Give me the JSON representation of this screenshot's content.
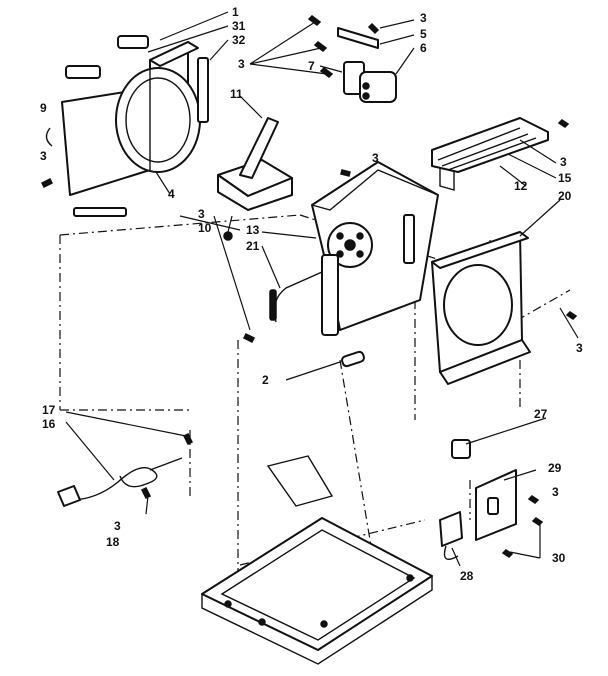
{
  "callouts": {
    "c1": "1",
    "c31": "31",
    "c32": "32",
    "c3_top_right": "3",
    "c5": "5",
    "c6": "6",
    "c3_screws": "3",
    "c7": "7",
    "c9": "9",
    "c3_left": "3",
    "c11": "11",
    "c3_mid": "3",
    "c3_right": "3",
    "c15": "15",
    "c12": "12",
    "c20": "20",
    "c4": "4",
    "c3_bottom_left": "3",
    "c10": "10",
    "c13": "13",
    "c21": "21",
    "c3_shroud": "3",
    "c2": "2",
    "c17": "17",
    "c16": "16",
    "c27": "27",
    "c29": "29",
    "c3_bracket": "3",
    "c3_cord": "3",
    "c18": "18",
    "c30": "30",
    "c28": "28"
  }
}
